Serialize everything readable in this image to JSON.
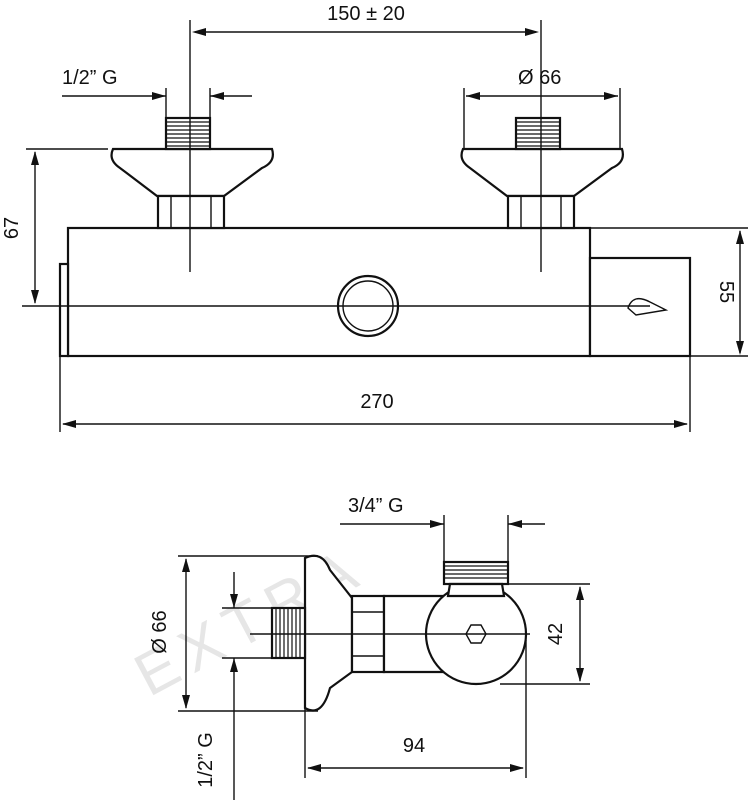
{
  "front_view": {
    "dim_width_label": "150 ± 20",
    "thread_inlet_label": "1/2” G",
    "diameter_label": "Ø 66",
    "height_label": "67",
    "body_height_label": "55",
    "total_length_label": "270"
  },
  "side_view": {
    "thread_outlet_label": "3/4” G",
    "diameter_label": "Ø 66",
    "height_label": "42",
    "depth_label": "94",
    "thread_inlet_label": "1/2” G"
  },
  "watermark": "EXTRA"
}
